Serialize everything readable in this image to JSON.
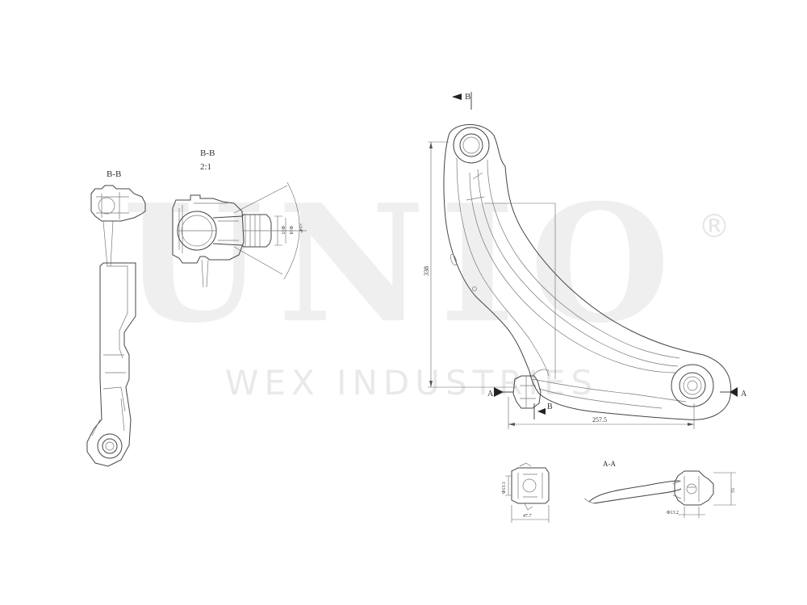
{
  "watermark": {
    "brand": "UNIO",
    "registered": "®",
    "company": "WEX INDUSTRIES"
  },
  "labels": {
    "section_bb_left": "B-B",
    "section_bb_detail": "B-B",
    "detail_scale": "2:1",
    "section_aa": "A-A",
    "cut_b_top": "B",
    "cut_b_bottom": "B",
    "cut_a_left": "A",
    "cut_a_right": "A"
  },
  "dimensions": {
    "height": "338",
    "width": "257.5",
    "bushing_width": "47.7",
    "bushing_dia": "Φ13.1",
    "rear_dia": "Φ13.2",
    "rear_height": "55",
    "joint_d1": "Φ15",
    "joint_d2": "Φ18",
    "joint_angle": "≥14°"
  }
}
